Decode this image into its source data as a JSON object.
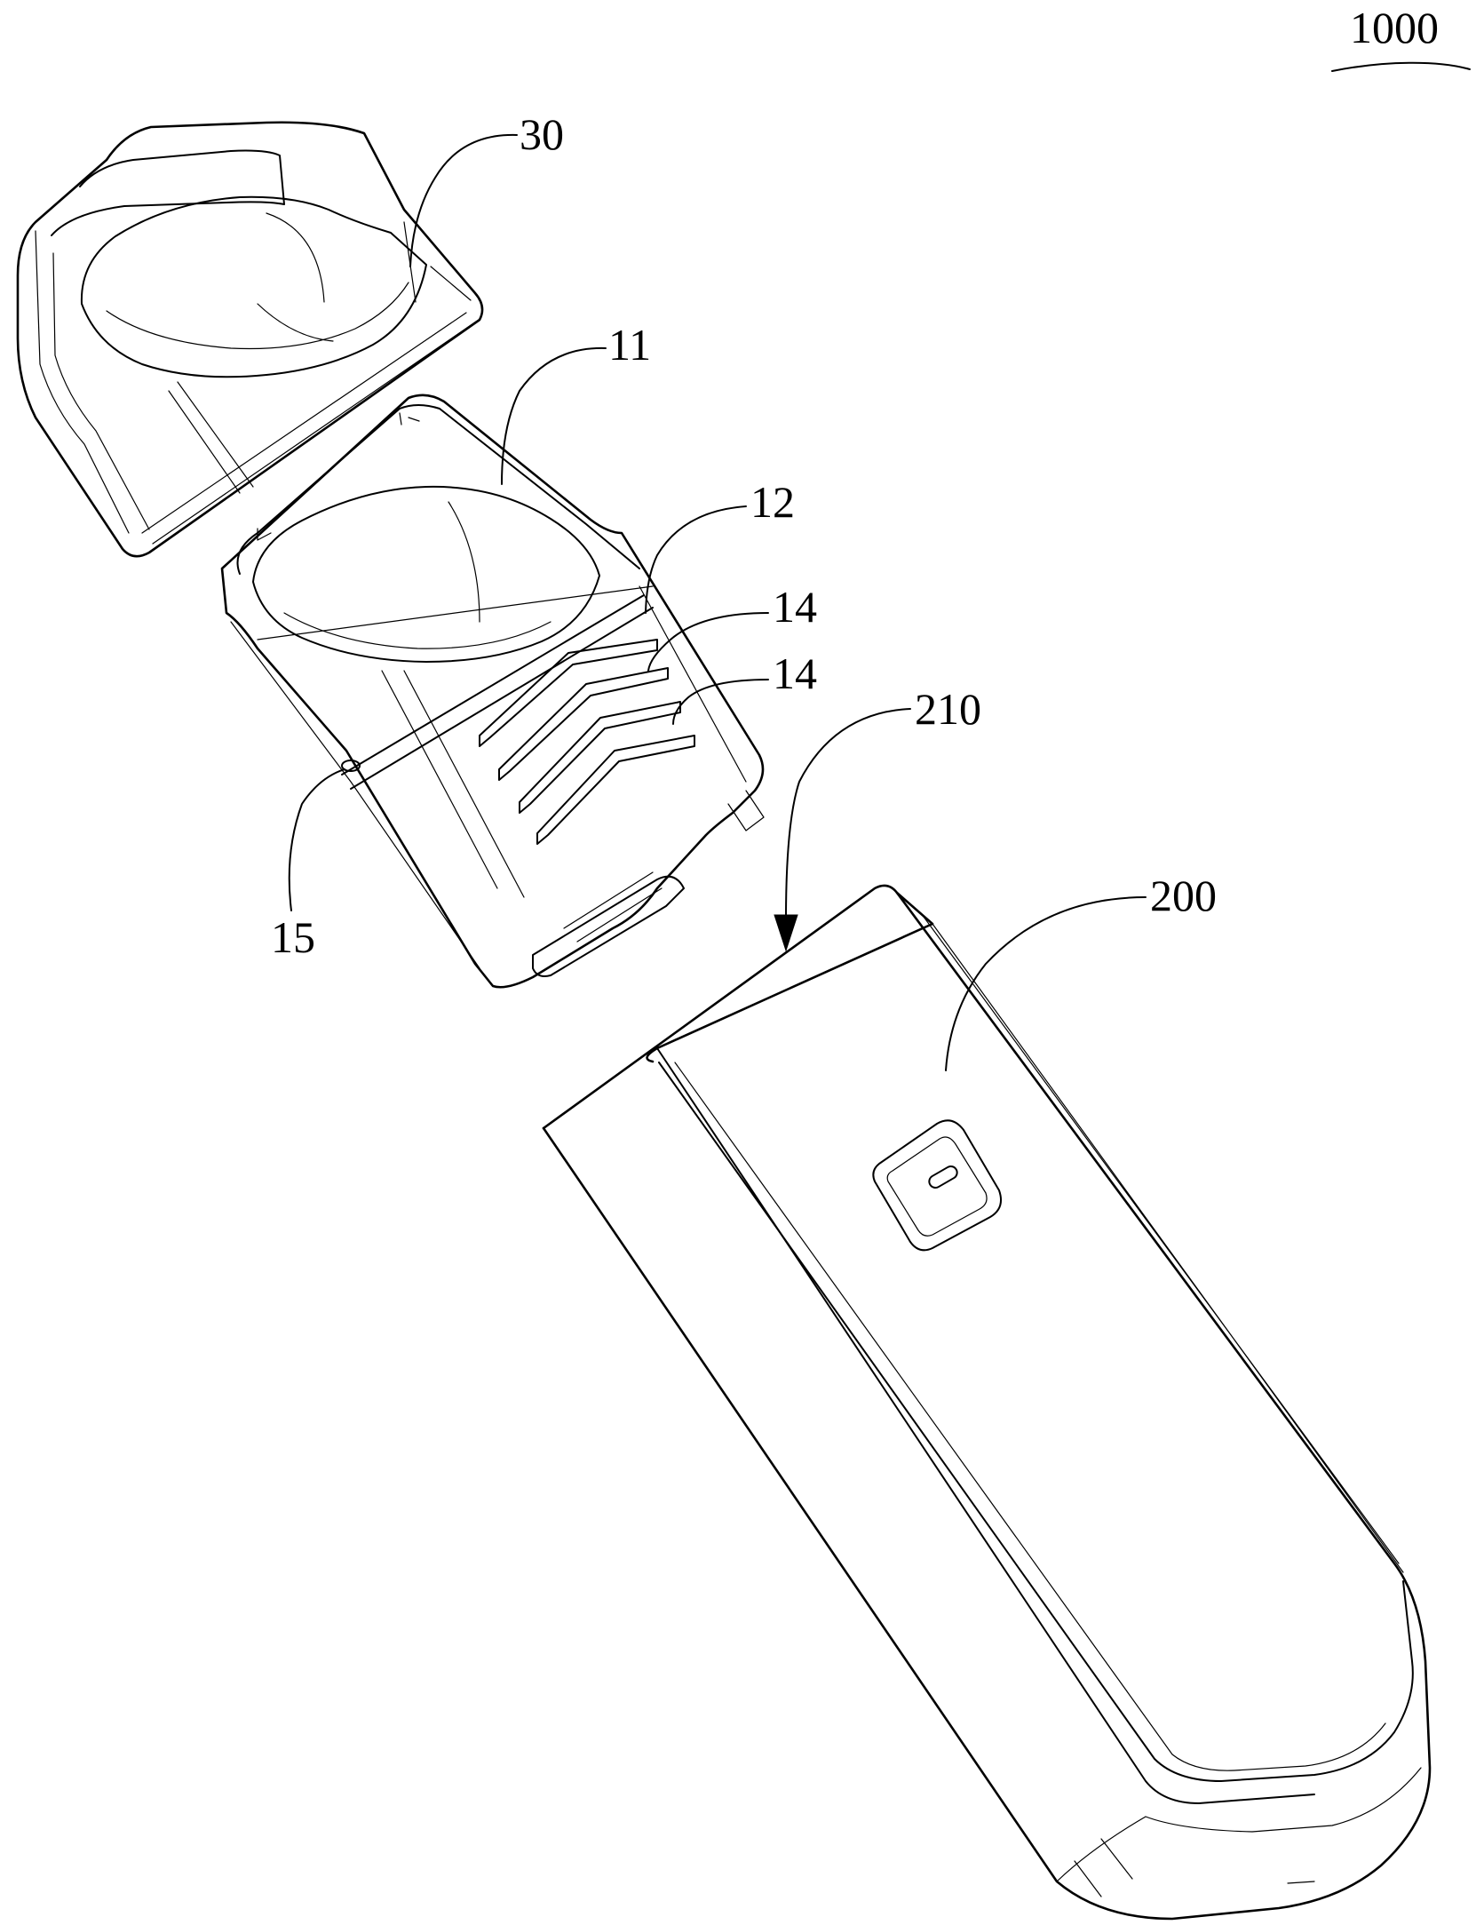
{
  "figure": {
    "reference_label": "1000",
    "callouts": [
      {
        "id": "30",
        "text": "30"
      },
      {
        "id": "11",
        "text": "11"
      },
      {
        "id": "12",
        "text": "12"
      },
      {
        "id": "14a",
        "text": "14"
      },
      {
        "id": "14b",
        "text": "14"
      },
      {
        "id": "15",
        "text": "15"
      },
      {
        "id": "210",
        "text": "210"
      },
      {
        "id": "200",
        "text": "200"
      }
    ]
  }
}
